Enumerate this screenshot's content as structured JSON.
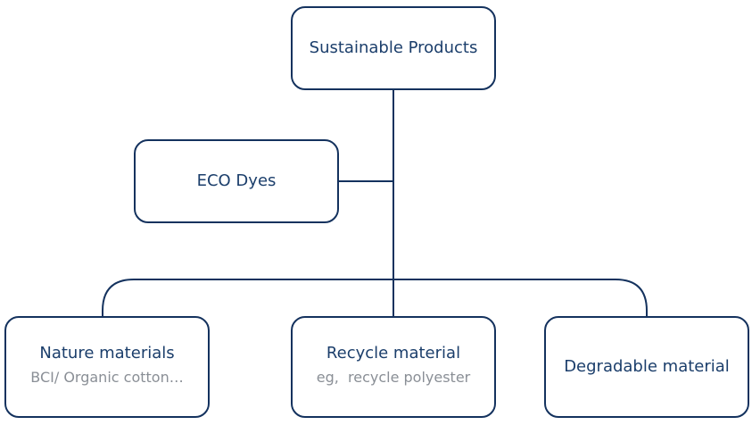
{
  "diagram": {
    "root": {
      "title": "Sustainable Products"
    },
    "eco": {
      "title": "ECO Dyes"
    },
    "nature": {
      "title": "Nature materials",
      "subtitle": "BCI/ Organic cotton…"
    },
    "recycle": {
      "title": "Recycle material",
      "subtitle": "eg,  recycle polyester"
    },
    "degradable": {
      "title": "Degradable material"
    }
  },
  "colors": {
    "line": "#14325e",
    "title_text": "#1b3e6b",
    "subtitle_text": "#8a8f96",
    "background": "#ffffff"
  }
}
